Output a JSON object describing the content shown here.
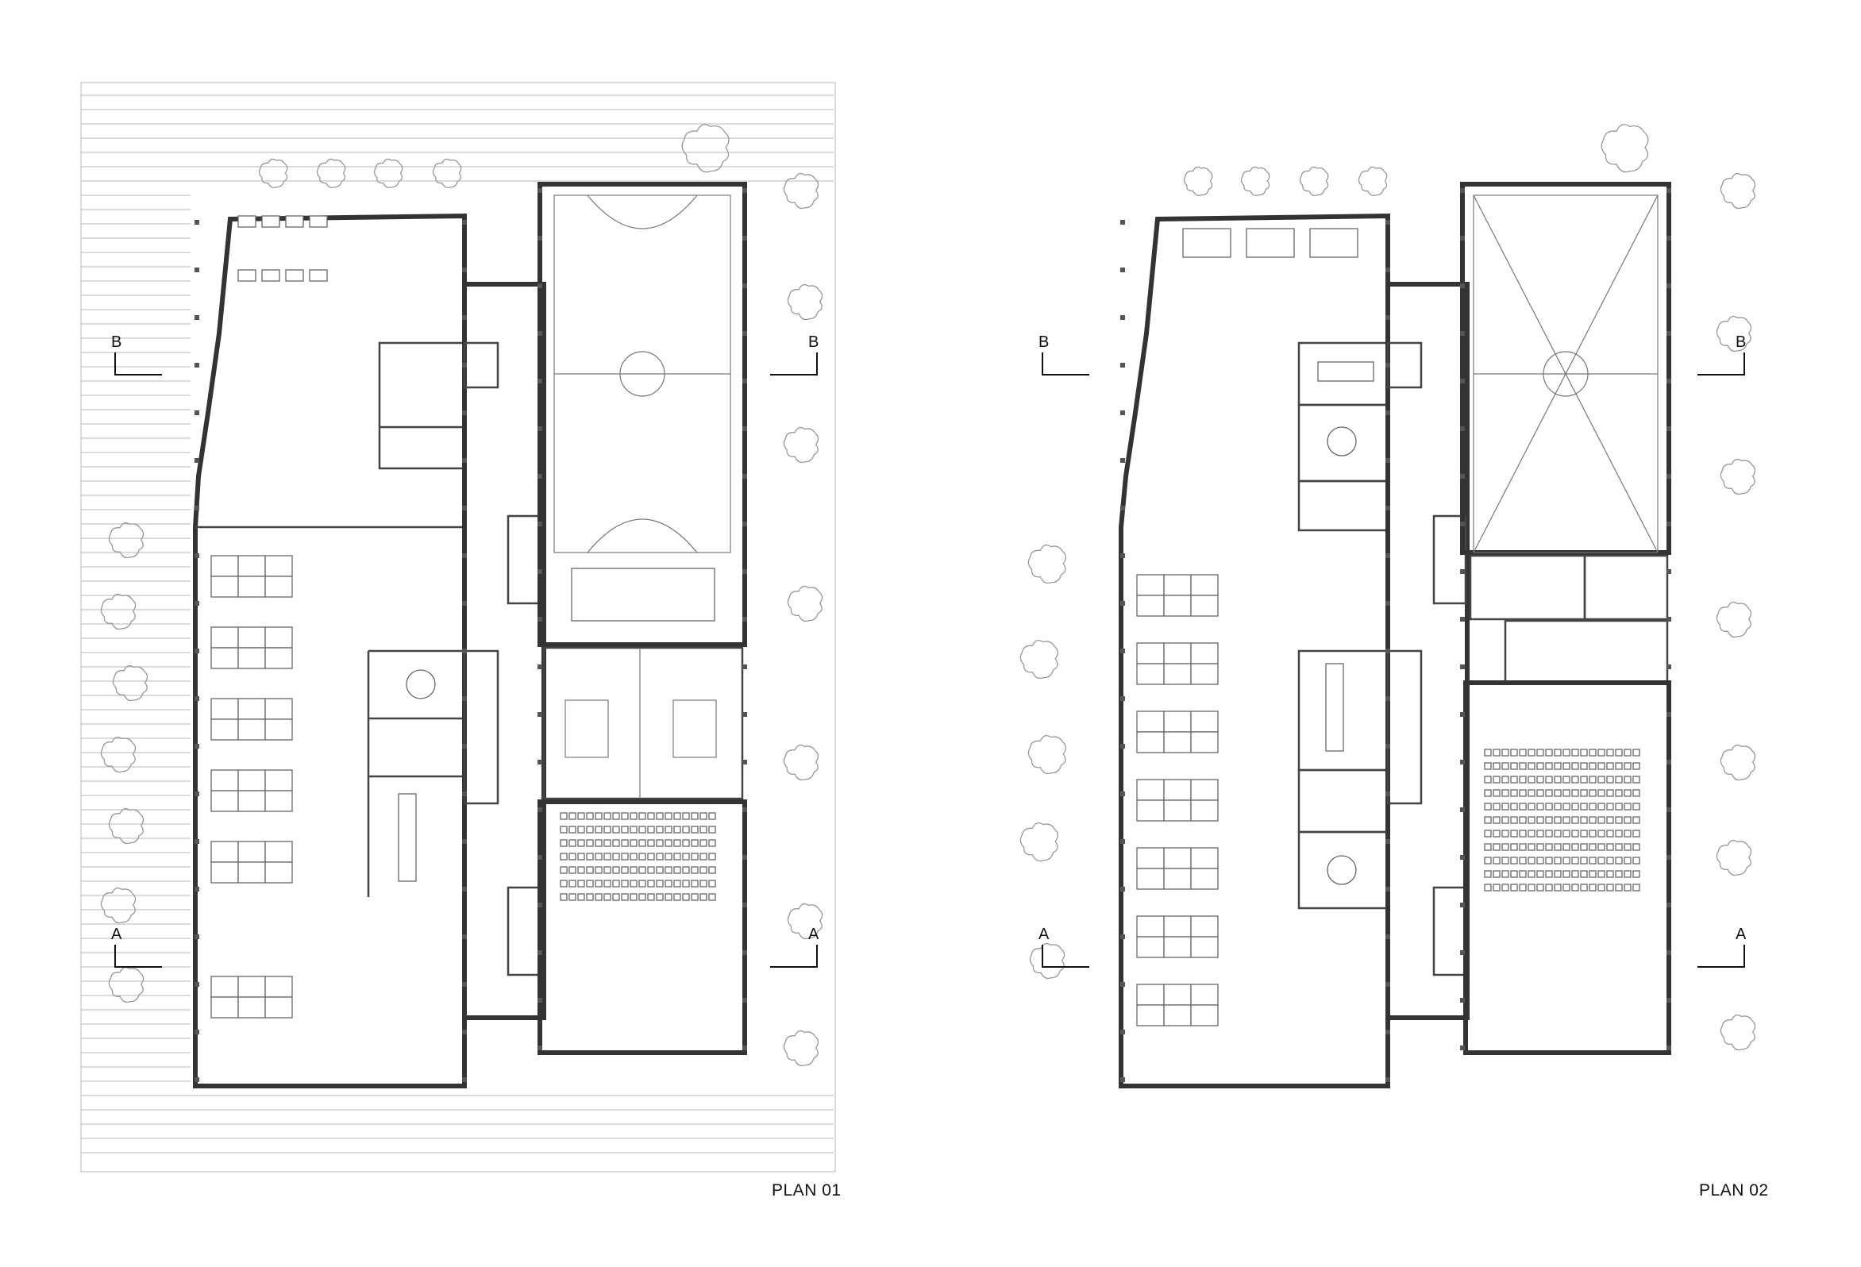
{
  "plans": [
    {
      "id": "plan-01",
      "label": "PLAN 01",
      "section_marks": {
        "top": "B",
        "bottom": "A"
      }
    },
    {
      "id": "plan-02",
      "label": "PLAN 02",
      "section_marks": {
        "top": "B",
        "bottom": "A"
      }
    }
  ],
  "colors": {
    "background": "#ffffff",
    "walls": "#333333",
    "lines": "#777777",
    "landscape": "#b8b8b8"
  }
}
